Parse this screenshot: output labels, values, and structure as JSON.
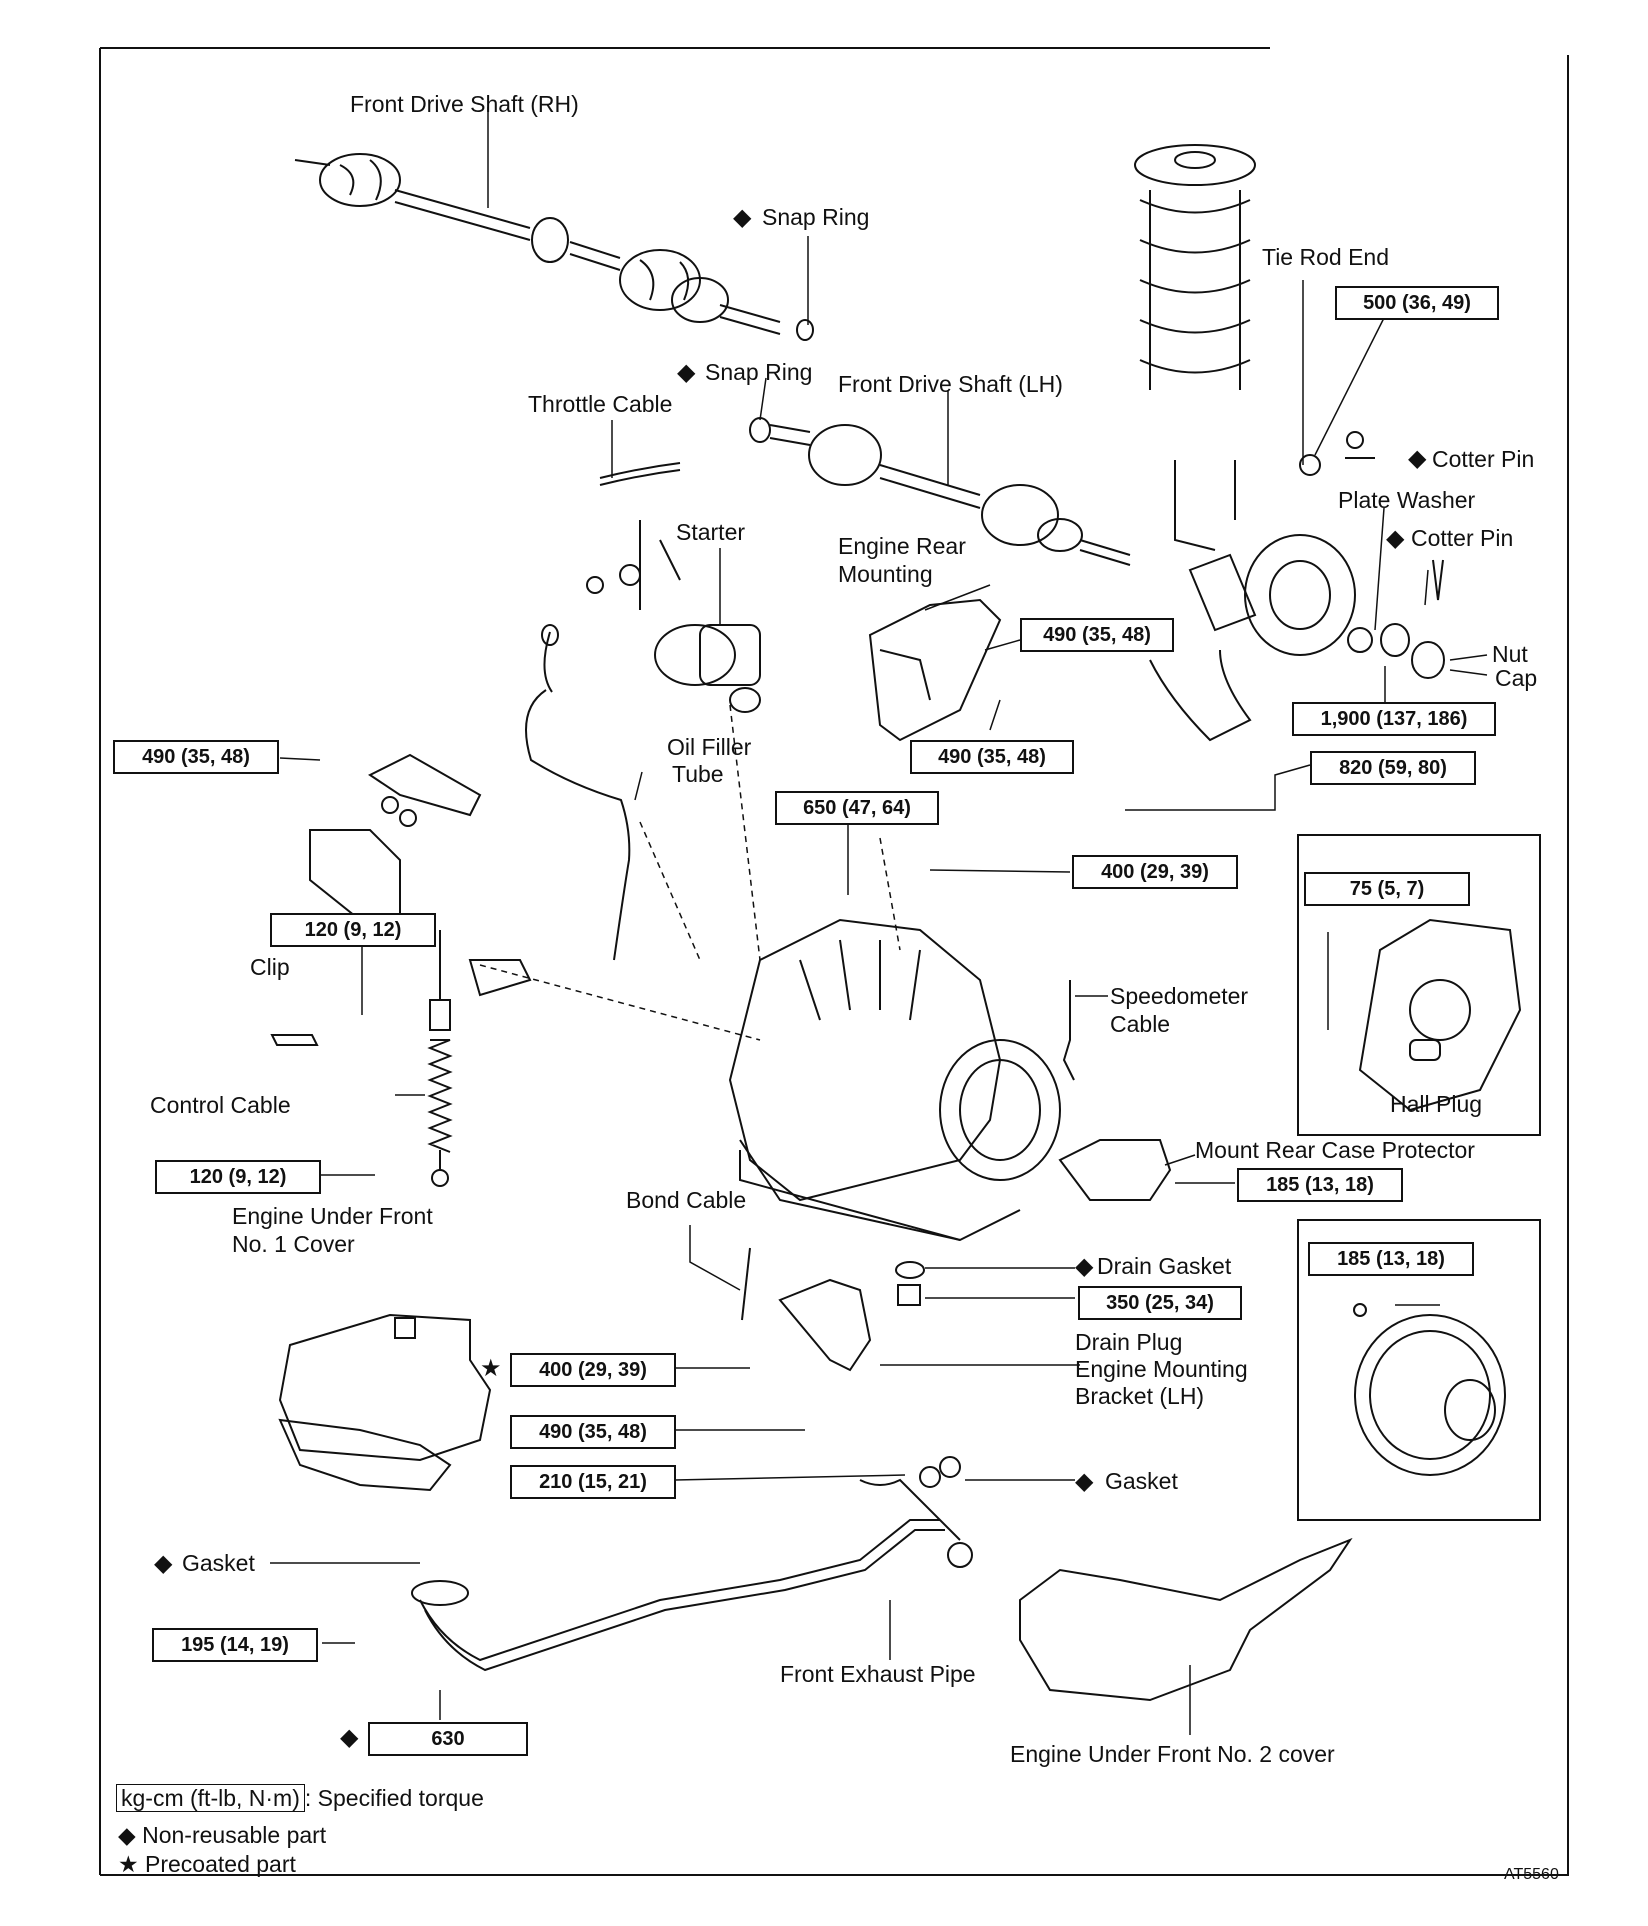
{
  "diagram": {
    "parts": {
      "front_drive_shaft_rh": "Front Drive Shaft (RH)",
      "snap_ring_top": "Snap Ring",
      "snap_ring_lh": "Snap Ring",
      "front_drive_shaft_lh": "Front Drive Shaft (LH)",
      "throttle_cable": "Throttle Cable",
      "tie_rod_end": "Tie Rod End",
      "cotter_pin_1": "Cotter Pin",
      "plate_washer": "Plate Washer",
      "cotter_pin_2": "Cotter Pin",
      "nut": "Nut",
      "cap": "Cap",
      "starter": "Starter",
      "engine_rear_mounting_1": "Engine Rear",
      "engine_rear_mounting_2": "Mounting",
      "oil_filler_tube_1": "Oil Filler",
      "oil_filler_tube_2": "Tube",
      "clip": "Clip",
      "control_cable": "Control Cable",
      "speedometer_cable_1": "Speedometer",
      "speedometer_cable_2": "Cable",
      "hall_plug": "Hall Plug",
      "mount_rear_case_protector": "Mount Rear Case Protector",
      "engine_under_front_no1_1": "Engine Under Front",
      "engine_under_front_no1_2": "No. 1 Cover",
      "bond_cable": "Bond Cable",
      "drain_gasket": "Drain Gasket",
      "drain_plug": "Drain Plug",
      "engine_mounting_bracket_1": "Engine Mounting",
      "engine_mounting_bracket_2": "Bracket (LH)",
      "gasket_right": "Gasket",
      "gasket_left": "Gasket",
      "front_exhaust_pipe": "Front Exhaust Pipe",
      "engine_under_front_no2": "Engine Under Front No. 2 cover"
    },
    "torques": {
      "t500": "500 (36, 49)",
      "t490_rear_top": "490 (35, 48)",
      "t490_rear_bottom": "490 (35, 48)",
      "t1900": "1,900 (137, 186)",
      "t820": "820 (59, 80)",
      "t490_left": "490 (35, 48)",
      "t650": "650 (47, 64)",
      "t400_top": "400 (29, 39)",
      "t75": "75 (5, 7)",
      "t120_top": "120 (9, 12)",
      "t120_bottom": "120 (9, 12)",
      "t185_right": "185 (13, 18)",
      "t185_box": "185 (13, 18)",
      "t350": "350 (25, 34)",
      "t400_bottom": "400 (29, 39)",
      "t490_bottom": "490 (35, 48)",
      "t210": "210 (15, 21)",
      "t195": "195 (14, 19)",
      "t630": "630"
    },
    "symbols": {
      "non_reusable": "◆",
      "precoated": "★"
    },
    "legend": {
      "torque_unit": "kg-cm (ft-lb, N·m)",
      "torque_text": ": Specified torque",
      "non_reusable": "Non-reusable part",
      "precoated": "Precoated part"
    },
    "figure_code": "AT5560"
  }
}
